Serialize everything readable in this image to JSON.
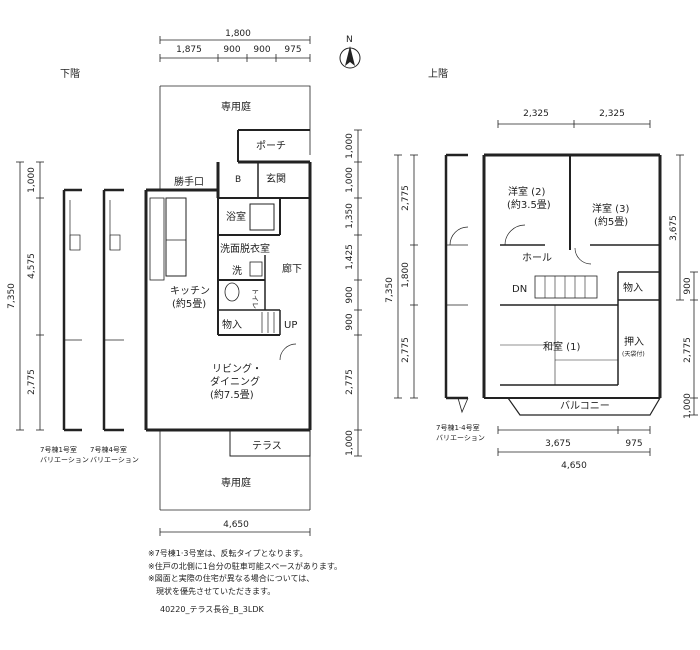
{
  "floors": {
    "lower": "下階",
    "upper": "上階"
  },
  "lower_floor": {
    "rooms": {
      "garden_top": "専用庭",
      "porch": "ポーチ",
      "back_door": "勝手口",
      "b_mark": "B",
      "entrance": "玄関",
      "bath": "浴室",
      "washroom": "洗面脱衣室",
      "wash": "洗",
      "kitchen": "キッチン",
      "kitchen_size": "(約5畳)",
      "corridor": "廊下",
      "toilet": "トイレ",
      "storage": "物入",
      "up": "UP",
      "living_1": "リビング・",
      "living_2": "ダイニング",
      "living_3": "(約7.5畳)",
      "terrace": "テラス",
      "garden_bottom": "専用庭"
    },
    "dims_top": {
      "total": "1,800",
      "parts": [
        "1,875",
        "900",
        "900",
        "975"
      ]
    },
    "dims_right": [
      "1,000",
      "1,000",
      "1,350",
      "1,425",
      "900",
      "900",
      "2,775",
      "1,000"
    ],
    "dims_left": {
      "total": "7,350",
      "parts": [
        "1,000",
        "4,575",
        "2,775"
      ]
    },
    "dims_bottom": "4,650"
  },
  "variations": {
    "unit1": [
      "7号棟1号室",
      "バリエーション"
    ],
    "unit4": [
      "7号棟4号室",
      "バリエーション"
    ],
    "unit14": [
      "7号棟1·4号室",
      "バリエーション"
    ]
  },
  "upper_floor": {
    "rooms": {
      "western2": "洋室 (2)",
      "western2_size": "(約3.5畳)",
      "western3": "洋室 (3)",
      "western3_size": "(約5畳)",
      "hall": "ホール",
      "dn": "DN",
      "storage": "物入",
      "japanese": "和室 (1)",
      "closet": "押入",
      "closet_note": "(天袋付)",
      "balcony": "バルコニー"
    },
    "dims_top": [
      "2,325",
      "2,325"
    ],
    "dims_left": {
      "total": "7,350",
      "parts": [
        "2,775",
        "1,800",
        "2,775"
      ]
    },
    "dims_right": {
      "total": "3,675",
      "parts": [
        "900",
        "2,775",
        "1,000"
      ]
    },
    "dims_bottom": {
      "parts": [
        "3,675",
        "975"
      ],
      "total": "4,650"
    }
  },
  "compass": "N",
  "notes": [
    "※7号棟1·3号室は、反転タイプとなります。",
    "※住戸の北側に1台分の駐車可能スペースがあります。",
    "※図面と実際の住宅が異なる場合については、",
    "　現状を優先させていただきます。"
  ],
  "file_id": "40220_テラス長谷_B_3LDK"
}
